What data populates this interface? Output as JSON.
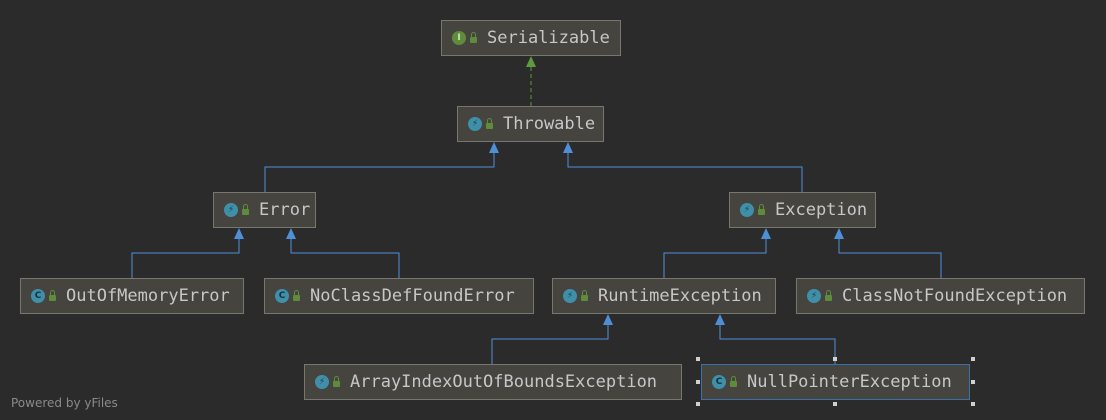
{
  "nodes": {
    "serializable": {
      "label": "Serializable",
      "kind": "interface"
    },
    "throwable": {
      "label": "Throwable",
      "kind": "abstract"
    },
    "error": {
      "label": "Error",
      "kind": "abstract"
    },
    "exception": {
      "label": "Exception",
      "kind": "abstract"
    },
    "out_of_memory_error": {
      "label": "OutOfMemoryError",
      "kind": "class"
    },
    "no_class_def_found_error": {
      "label": "NoClassDefFoundError",
      "kind": "class"
    },
    "runtime_exception": {
      "label": "RuntimeException",
      "kind": "abstract"
    },
    "class_not_found_exception": {
      "label": "ClassNotFoundException",
      "kind": "abstract"
    },
    "array_index_out_of_bounds_exception": {
      "label": "ArrayIndexOutOfBoundsException",
      "kind": "abstract"
    },
    "null_pointer_exception": {
      "label": "NullPointerException",
      "kind": "class",
      "selected": true
    }
  },
  "edges": [
    {
      "from": "throwable",
      "to": "serializable",
      "type": "implements"
    },
    {
      "from": "error",
      "to": "throwable",
      "type": "extends"
    },
    {
      "from": "exception",
      "to": "throwable",
      "type": "extends"
    },
    {
      "from": "out_of_memory_error",
      "to": "error",
      "type": "extends"
    },
    {
      "from": "no_class_def_found_error",
      "to": "error",
      "type": "extends"
    },
    {
      "from": "runtime_exception",
      "to": "exception",
      "type": "extends"
    },
    {
      "from": "class_not_found_exception",
      "to": "exception",
      "type": "extends"
    },
    {
      "from": "array_index_out_of_bounds_exception",
      "to": "runtime_exception",
      "type": "extends"
    },
    {
      "from": "null_pointer_exception",
      "to": "runtime_exception",
      "type": "extends"
    }
  ],
  "colors": {
    "background": "#2b2b2b",
    "node_fill": "#45443e",
    "extends_line": "#4f8fd8",
    "implements_line": "#5e9b3c",
    "selection": "#3d6fa8"
  },
  "footer": "Powered by yFiles"
}
